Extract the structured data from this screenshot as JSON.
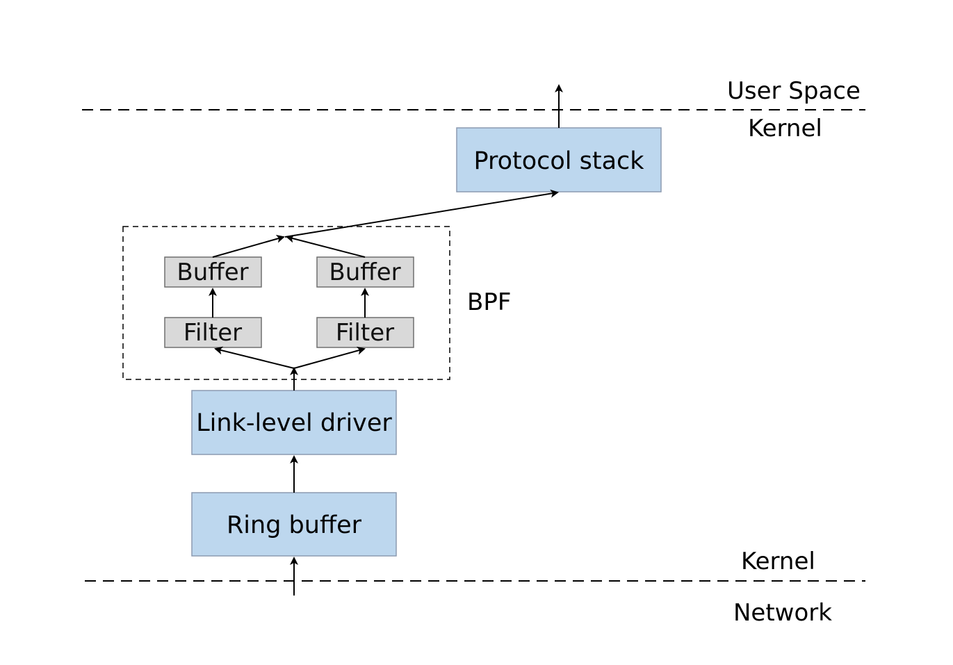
{
  "colors": {
    "box_fill": "#bdd7ee",
    "box_stroke": "#8c9ab0",
    "inner_box_fill": "#d9d9d9",
    "inner_box_stroke": "#6f6f6f",
    "line": "#000000"
  },
  "labels": {
    "user_space": "User Space",
    "kernel_top": "Kernel",
    "kernel_bottom": "Kernel",
    "network": "Network",
    "bpf": "BPF"
  },
  "boxes": {
    "protocol_stack": "Protocol stack",
    "link_level_driver": "Link-level driver",
    "ring_buffer": "Ring buffer",
    "buffer_left": "Buffer",
    "buffer_right": "Buffer",
    "filter_left": "Filter",
    "filter_right": "Filter"
  }
}
